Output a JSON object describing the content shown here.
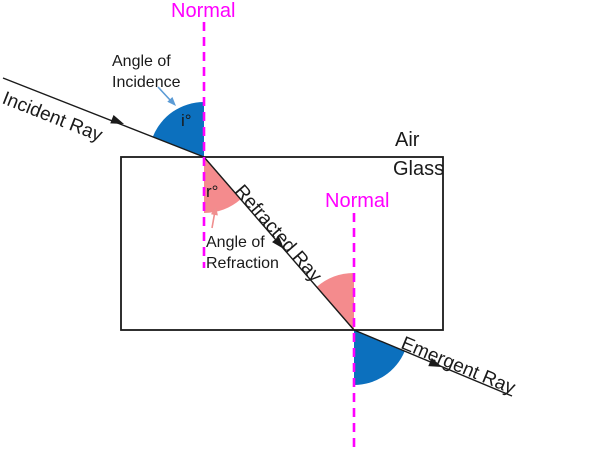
{
  "colors": {
    "normal_magenta": "#FF00FF",
    "arc_blue": "#0C70BE",
    "arc_pink": "#F48B8D",
    "arrow_blue": "#5B9BD5",
    "arrow_pink": "#F08E8E",
    "ray_black": "#1a1a1a"
  },
  "labels": {
    "normal_top": "Normal",
    "normal_bottom": "Normal",
    "incident_ray": "Incident Ray",
    "refracted_ray": "Refracted Ray",
    "emergent_ray": "Emergent Ray",
    "air": "Air",
    "glass": "Glass",
    "angle_of_incidence_line1": "Angle of",
    "angle_of_incidence_line2": "Incidence",
    "angle_of_refraction_line1": "Angle of",
    "angle_of_refraction_line2": "Refraction",
    "angle_i": "i°",
    "angle_r": "r°"
  }
}
